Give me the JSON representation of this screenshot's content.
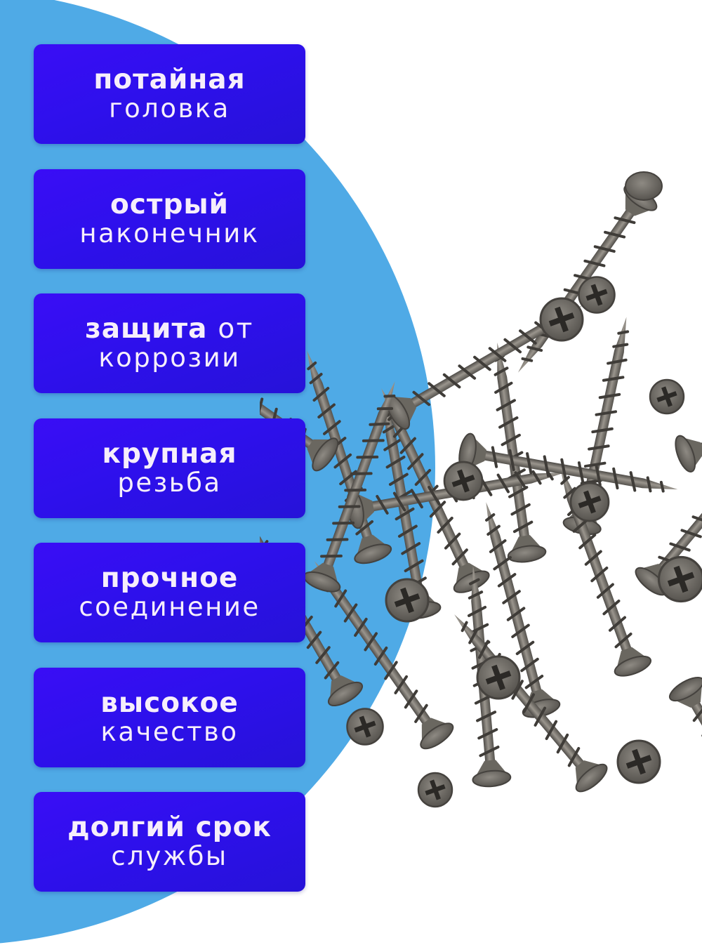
{
  "colors": {
    "background": "#ffffff",
    "circle": "#4faae6",
    "card": "#2e10ec",
    "card_text": "#f6eefb",
    "screw": "#6f6c66"
  },
  "image": {
    "subject": "pile of black phosphated drywall screws with countersunk Phillips heads",
    "icon": "screws-pile-image"
  },
  "features": [
    {
      "bold": "потайная",
      "regular_inline": "",
      "regular": "головка"
    },
    {
      "bold": "острый",
      "regular_inline": "",
      "regular": "наконечник"
    },
    {
      "bold": "защита",
      "regular_inline": " от",
      "regular": "коррозии"
    },
    {
      "bold": "крупная",
      "regular_inline": "",
      "regular": "резьба"
    },
    {
      "bold": "прочное",
      "regular_inline": "",
      "regular": "соединение"
    },
    {
      "bold": "высокое",
      "regular_inline": "",
      "regular": "качество"
    },
    {
      "bold": "долгий срок",
      "regular_inline": "",
      "regular": "службы"
    }
  ]
}
